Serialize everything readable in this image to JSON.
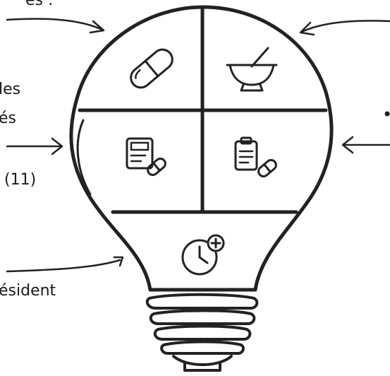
{
  "labels": {
    "top_left_fragment": "es :",
    "left_line_1": "les",
    "left_line_2": "és",
    "left_count": "(11)",
    "bottom_left_fragment": "ésident",
    "right_bullet": "•"
  },
  "icons": {
    "top_left": "capsule-icon",
    "top_right": "mortar-pestle-icon",
    "middle_left": "pill-dispenser-icon",
    "middle_right": "clipboard-pill-icon",
    "bottom": "clock-plus-icon"
  },
  "colors": {
    "ink": "#222222",
    "text": "#1a1a1a",
    "background": "#ffffff"
  }
}
